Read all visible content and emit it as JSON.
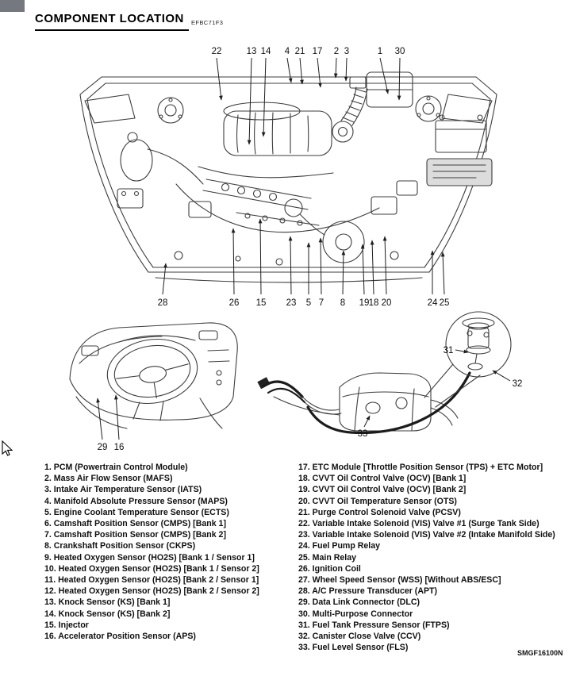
{
  "page": {
    "title": "COMPONENT LOCATION",
    "title_code": "EFBC71F3",
    "footer_code": "SMGF16100N"
  },
  "callouts": {
    "engine_top": [
      "22",
      "13",
      "14",
      "4",
      "21",
      "17",
      "2",
      "3",
      "1",
      "30"
    ],
    "engine_bottom": [
      "28",
      "26",
      "15",
      "23",
      "5",
      "7",
      "8",
      "19",
      "18",
      "20",
      "24",
      "25"
    ],
    "dashboard": [
      "29",
      "16"
    ],
    "fuel_tank": [
      "31",
      "32",
      "33"
    ]
  },
  "legend": {
    "left": [
      "1. PCM (Powertrain Control Module)",
      "2. Mass Air Flow Sensor (MAFS)",
      "3. Intake Air Temperature Sensor (IATS)",
      "4. Manifold Absolute Pressure Sensor (MAPS)",
      "5. Engine Coolant Temperature Sensor (ECTS)",
      "6. Camshaft Position Sensor (CMPS) [Bank 1]",
      "7. Camshaft Position Sensor (CMPS) [Bank 2]",
      "8. Crankshaft Position Sensor (CKPS)",
      "9. Heated Oxygen Sensor (HO2S) [Bank 1 / Sensor 1]",
      "10. Heated Oxygen Sensor (HO2S) [Bank 1 / Sensor 2]",
      "11. Heated Oxygen Sensor (HO2S) [Bank 2 / Sensor 1]",
      "12. Heated Oxygen Sensor (HO2S) [Bank 2 / Sensor 2]",
      "13. Knock Sensor (KS) [Bank 1]",
      "14. Knock Sensor (KS) [Bank 2]",
      "15. Injector",
      "16. Accelerator Position Sensor (APS)"
    ],
    "right": [
      "17. ETC Module [Throttle Position Sensor (TPS) + ETC Motor]",
      "18. CVVT Oil Control Valve (OCV) [Bank 1]",
      "19. CVVT Oil Control Valve (OCV) [Bank 2]",
      "20. CVVT Oil Temperature Sensor (OTS)",
      "21. Purge Control Solenoid Valve (PCSV)",
      "22. Variable Intake Solenoid (VIS) Valve #1 (Surge Tank Side)",
      "23. Variable Intake Solenoid (VIS) Valve #2 (Intake Manifold Side)",
      "24. Fuel Pump Relay",
      "25. Main Relay",
      "26. Ignition Coil",
      "27. Wheel Speed Sensor (WSS) [Without ABS/ESC]",
      "28. A/C Pressure Transducer (APT)",
      "29. Data Link Connector (DLC)",
      "30. Multi-Purpose Connector",
      "31. Fuel Tank Pressure Sensor (FTPS)",
      "32. Canister Close Valve (CCV)",
      "33. Fuel Level Sensor (FLS)"
    ]
  }
}
